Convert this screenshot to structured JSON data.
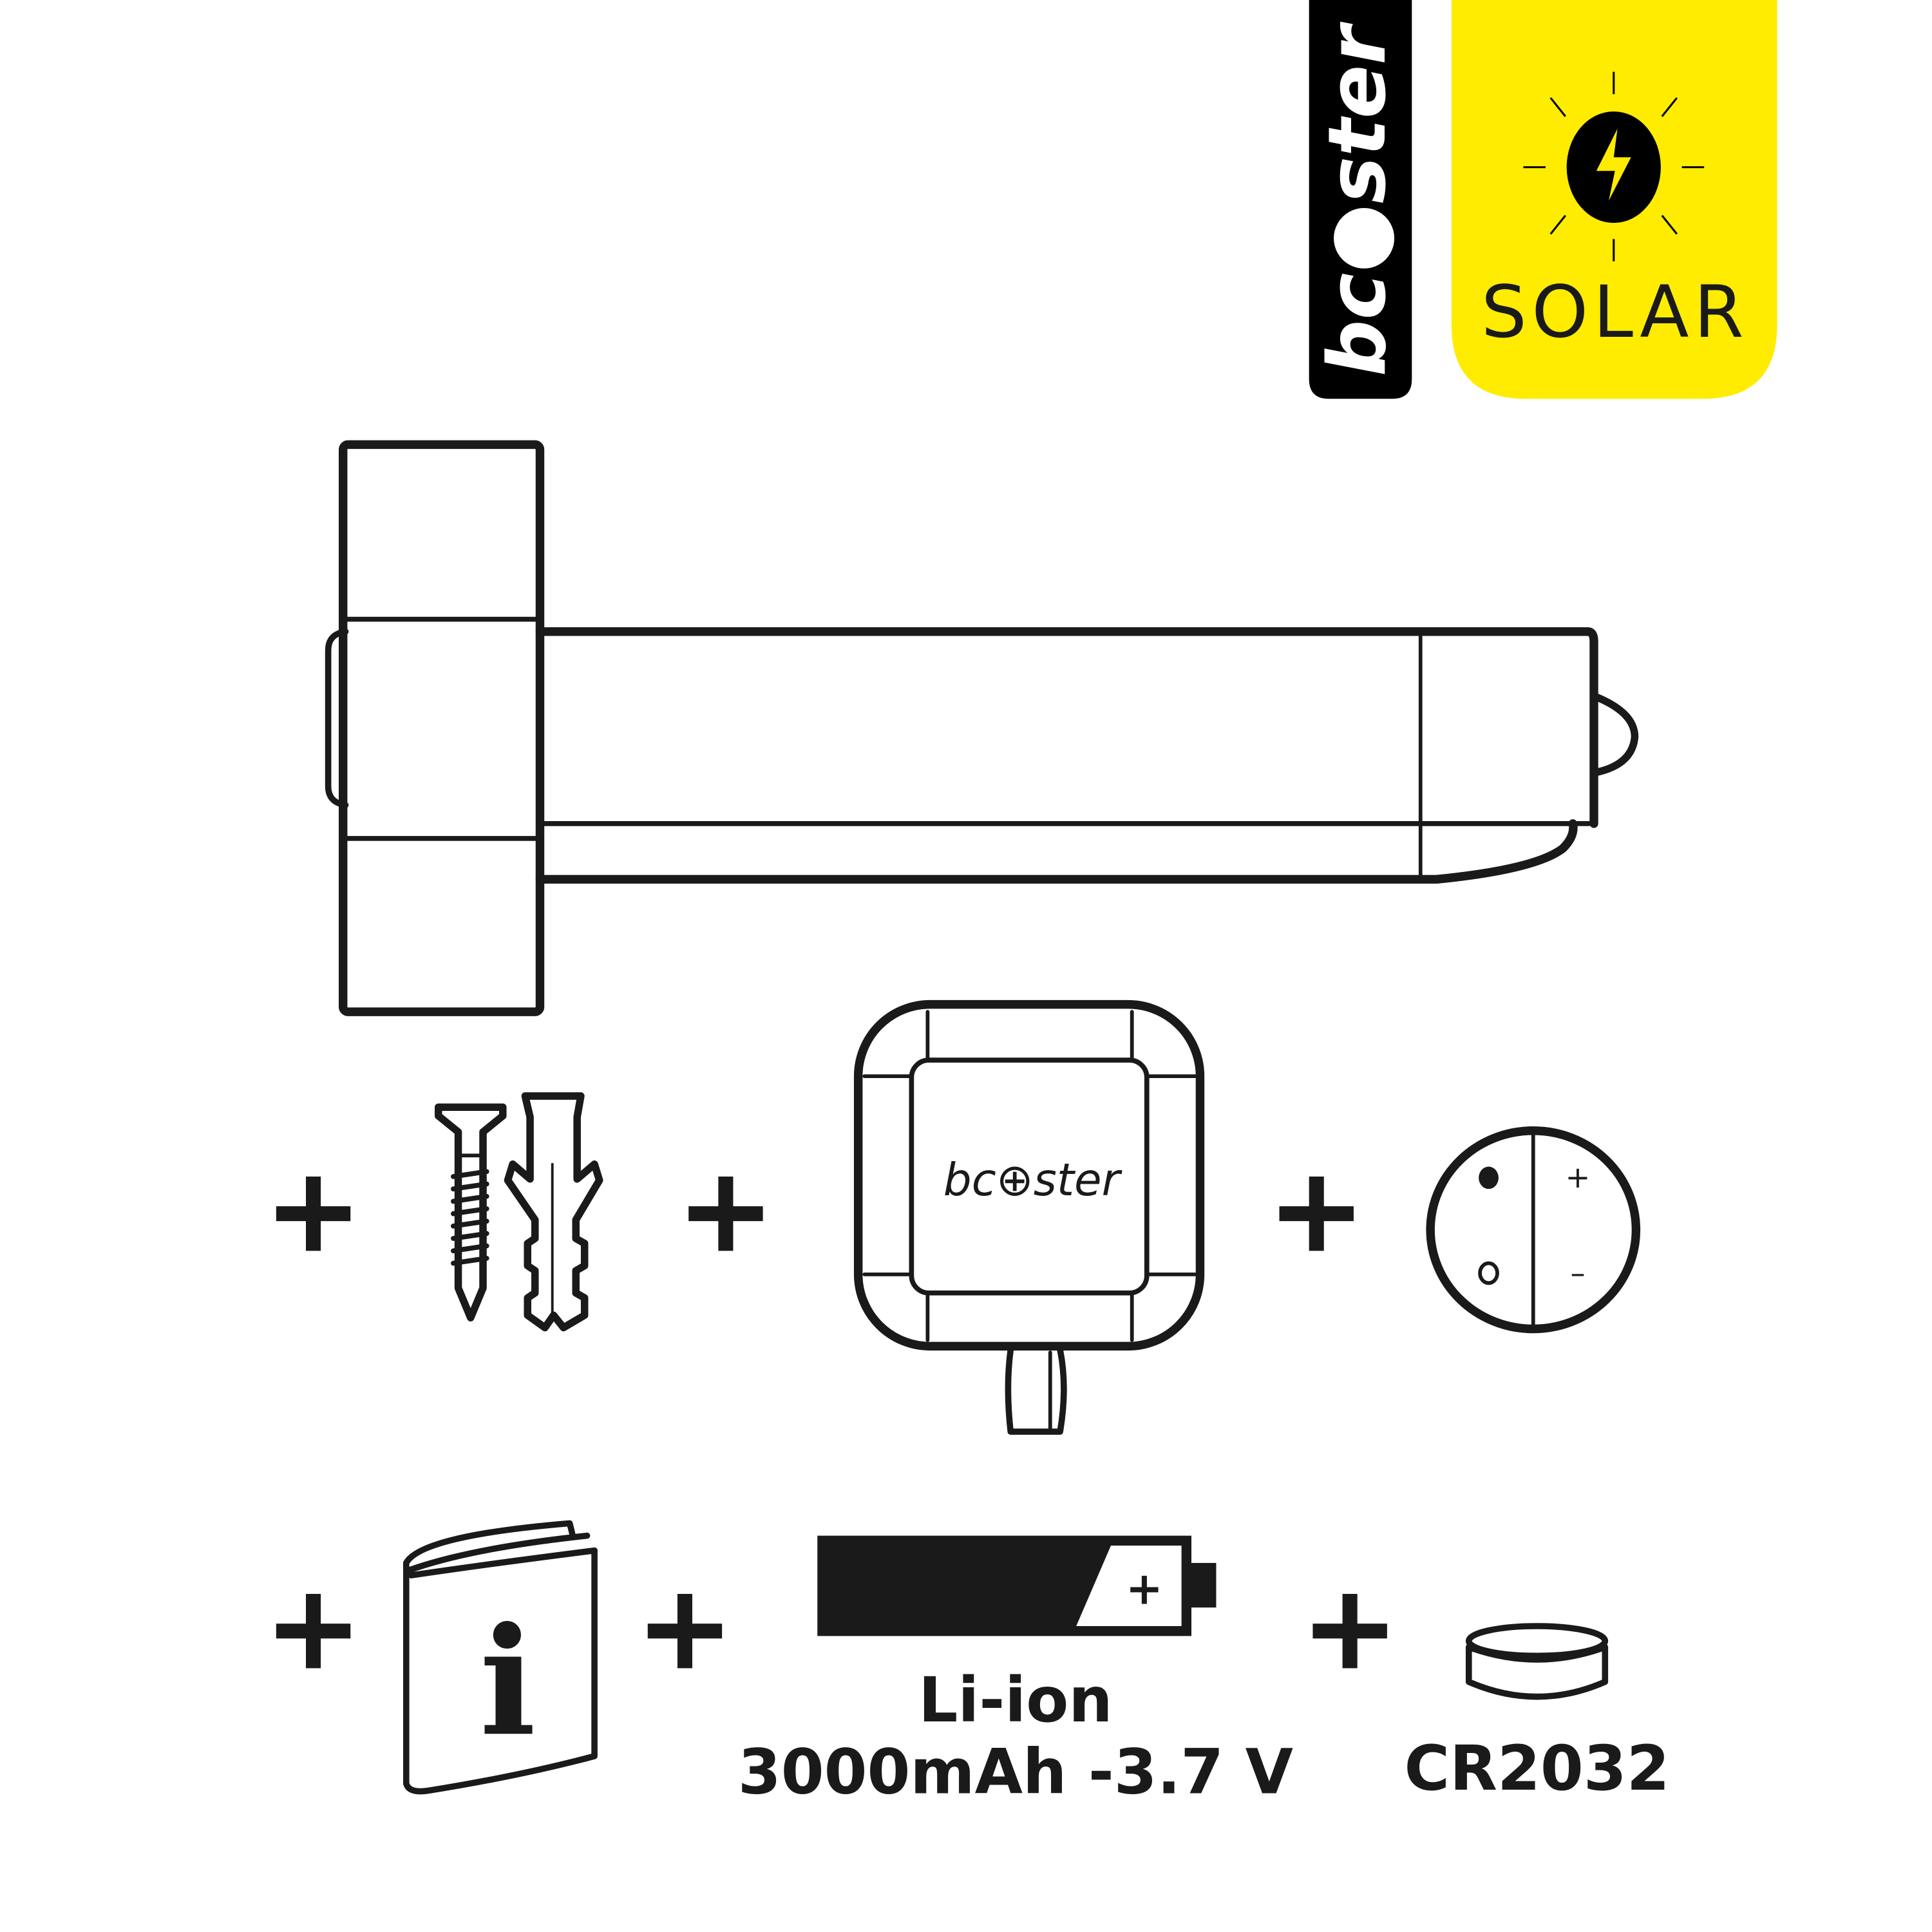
{
  "badges": {
    "brand": {
      "text_left": "bc",
      "text_right": "ster",
      "plus": "+",
      "bg": "#000000",
      "fg": "#ffffff"
    },
    "solar": {
      "label": "SOLAR",
      "bg": "#FFEC00",
      "icon": "sun-lightning-icon"
    }
  },
  "contents": {
    "main_product": {
      "icon": "solar-arm-device-icon"
    },
    "separator": "+",
    "row1": [
      {
        "icon": "screw-and-wall-anchor-icon"
      },
      {
        "icon": "booster-module-icon",
        "logo_left": "bc",
        "logo_right": "ster",
        "logo_plus": "+"
      },
      {
        "icon": "remote-fob-icon",
        "plus_sign": "+",
        "minus_sign": "–"
      }
    ],
    "row2": [
      {
        "icon": "info-manual-icon",
        "glyph": "i"
      },
      {
        "icon": "li-ion-battery-icon",
        "line1": "Li-ion",
        "line2": "3000mAh -3.7 V",
        "terminal_mark": "+"
      },
      {
        "icon": "coin-cell-battery-icon",
        "label": "CR2032"
      }
    ]
  },
  "colors": {
    "ink": "#1a1a1a",
    "accent_yellow": "#FFEC00"
  }
}
